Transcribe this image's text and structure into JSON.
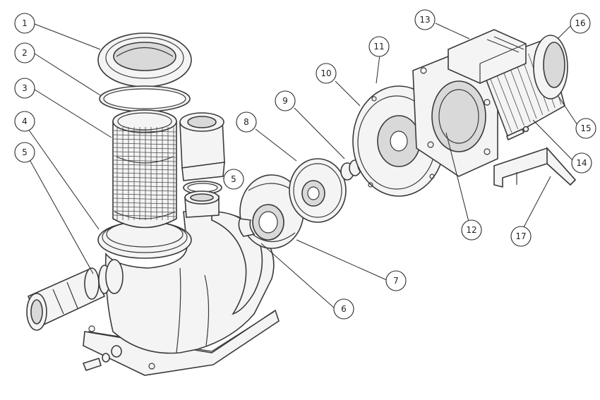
{
  "callouts": [
    {
      "id": "1",
      "label": "1"
    },
    {
      "id": "2",
      "label": "2"
    },
    {
      "id": "3",
      "label": "3"
    },
    {
      "id": "4",
      "label": "4"
    },
    {
      "id": "5a",
      "label": "5"
    },
    {
      "id": "5b",
      "label": "5"
    },
    {
      "id": "6",
      "label": "6"
    },
    {
      "id": "7",
      "label": "7"
    },
    {
      "id": "8",
      "label": "8"
    },
    {
      "id": "9",
      "label": "9"
    },
    {
      "id": "10",
      "label": "10"
    },
    {
      "id": "11",
      "label": "11"
    },
    {
      "id": "12",
      "label": "12"
    },
    {
      "id": "13",
      "label": "13"
    },
    {
      "id": "14",
      "label": "14"
    },
    {
      "id": "15",
      "label": "15"
    },
    {
      "id": "16",
      "label": "16"
    },
    {
      "id": "17",
      "label": "17"
    }
  ]
}
